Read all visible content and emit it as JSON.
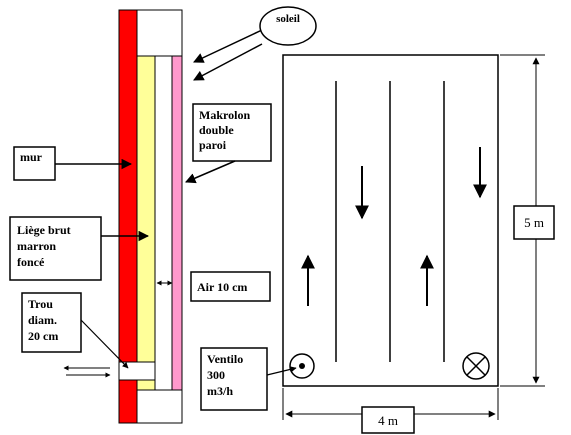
{
  "labels": {
    "soleil": "soleil",
    "makrolon": [
      "Makrolon",
      "double",
      "paroi"
    ],
    "mur": "mur",
    "liege": [
      "Liège brut",
      "marron",
      "foncé"
    ],
    "air": "Air 10 cm",
    "trou": [
      "Trou",
      "diam.",
      "20 cm"
    ],
    "ventilo": [
      "Ventilo",
      "300",
      "m3/h"
    ],
    "width": "4 m",
    "height": "5 m"
  },
  "colors": {
    "wall": "#ff0000",
    "cork": "#ffff99",
    "makrolon": "#ff99cc",
    "line": "#000000",
    "background": "#ffffff"
  },
  "icons": {
    "fan_intake": "dot-circle-icon",
    "fan_exhaust": "crossed-circle-icon"
  }
}
